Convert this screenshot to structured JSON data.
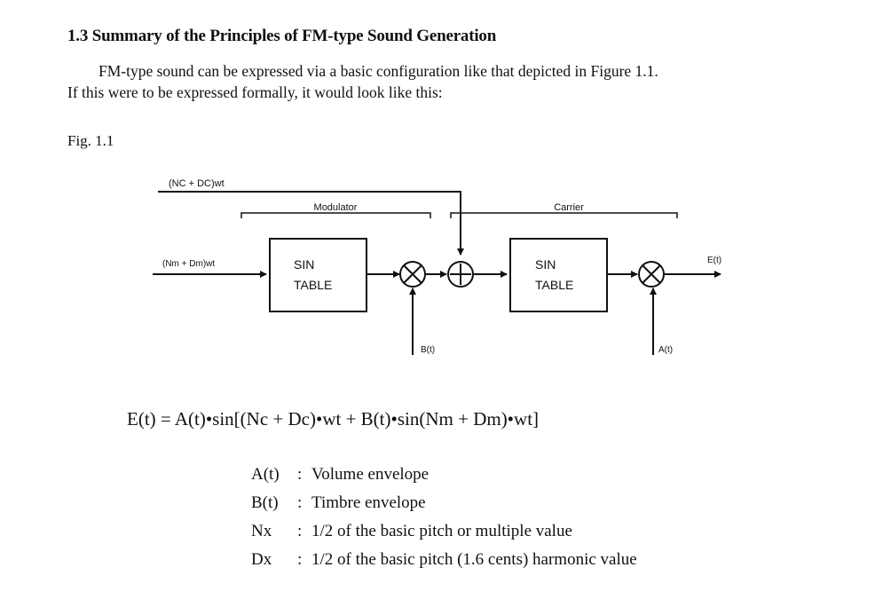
{
  "section": {
    "heading": "1.3 Summary of the Principles of FM-type Sound Generation",
    "paragraph_line1": "FM-type sound can be expressed via a basic configuration like that depicted in Figure 1.1.",
    "paragraph_line2": "If this were to be expressed formally, it would look like this:"
  },
  "figure": {
    "label": "Fig. 1.1",
    "carrier_freq_input": "(NC + DC)wt",
    "modulator_freq_input": "(Nm + Dm)wt",
    "modulator_label": "Modulator",
    "carrier_label": "Carrier",
    "sin_table_1": [
      "SIN",
      "TABLE"
    ],
    "sin_table_2": [
      "SIN",
      "TABLE"
    ],
    "output_label": "E(t)",
    "timbre_input": "B(t)",
    "volume_input": "A(t)"
  },
  "formula": "E(t) = A(t)•sin[(Nc + Dc)•wt + B(t)•sin(Nm + Dm)•wt]",
  "definitions": [
    {
      "symbol": "A(t)",
      "separator": ":",
      "text": "Volume envelope"
    },
    {
      "symbol": "B(t)",
      "separator": ":",
      "text": "Timbre envelope"
    },
    {
      "symbol": "Nx",
      "separator": ":",
      "text": "1/2 of the basic pitch or multiple value"
    },
    {
      "symbol": "Dx",
      "separator": ":",
      "text": "1/2 of the basic pitch (1.6 cents) harmonic value"
    }
  ]
}
